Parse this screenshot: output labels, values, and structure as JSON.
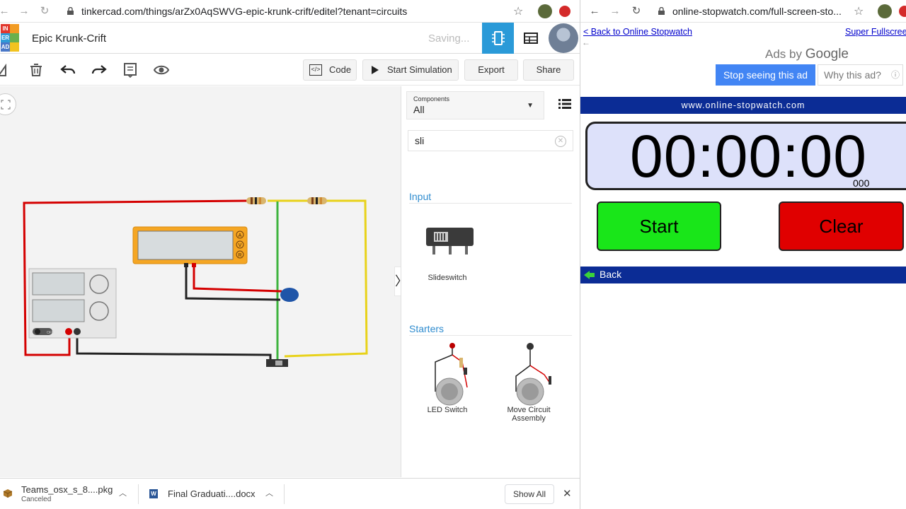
{
  "left_browser": {
    "url": "tinkercad.com/things/arZx0AqSWVG-epic-krunk-crift/editel?tenant=circuits"
  },
  "tinkercad": {
    "logo_letters": [
      "IN",
      "",
      "ER",
      "",
      "AD",
      ""
    ],
    "title": "Epic Krunk-Crift",
    "status": "Saving...",
    "toolbar": {
      "code_label": "Code",
      "simulate_label": "Start Simulation",
      "export_label": "Export",
      "share_label": "Share"
    },
    "panel": {
      "components_label": "Components",
      "components_value": "All",
      "search_value": "sli",
      "section_input": "Input",
      "slideswitch_label": "Slideswitch",
      "section_starters": "Starters",
      "starter_1": "LED Switch",
      "starter_2": "Move Circuit Assembly"
    },
    "multimeter_letters": [
      "A",
      "V",
      "R"
    ],
    "psu_off_label": "OFF"
  },
  "downloads": {
    "item1_name": "Teams_osx_s_8....pkg",
    "item1_status": "Canceled",
    "item2_name": "Final Graduati....docx",
    "show_all": "Show All"
  },
  "right_browser": {
    "url": "online-stopwatch.com/full-screen-sto..."
  },
  "stopwatch": {
    "back_link": "< Back to Online Stopwatch",
    "super_link": "Super Fullscree",
    "ads_by": "Ads by",
    "google": "Google",
    "stop_ad": "Stop seeing this ad",
    "why_ad": "Why this ad?",
    "site_banner": "www.online-stopwatch.com",
    "time": "00:00:00",
    "millis": "000",
    "start_label": "Start",
    "clear_label": "Clear",
    "back_label": "Back",
    "colors": {
      "start": "#19e619",
      "clear": "#e00000",
      "banner": "#0b2c95",
      "timer_bg": "#dde1fa"
    }
  }
}
